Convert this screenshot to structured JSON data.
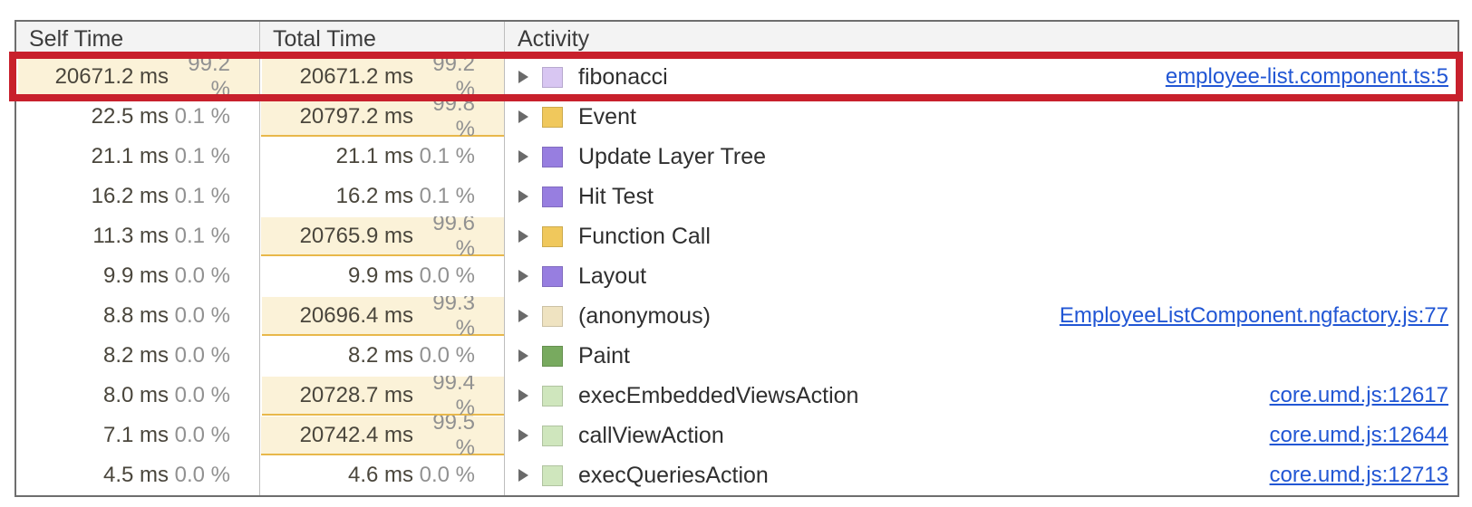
{
  "table": {
    "columns": [
      {
        "label": "Self Time"
      },
      {
        "label": "Total Time"
      },
      {
        "label": "Activity"
      }
    ],
    "rows": [
      {
        "self_time": "20671.2 ms",
        "self_pct": "99.2 %",
        "self_bar_pct": 99.2,
        "total_time": "20671.2 ms",
        "total_pct": "99.2 %",
        "total_bar_pct": 99.2,
        "activity": "fibonacci",
        "swatch_color": "#d8c6f2",
        "link": "employee-list.component.ts:5",
        "highlighted": true
      },
      {
        "self_time": "22.5 ms",
        "self_pct": "0.1 %",
        "self_bar_pct": 0.1,
        "total_time": "20797.2 ms",
        "total_pct": "99.8 %",
        "total_bar_pct": 99.8,
        "activity": "Event",
        "swatch_color": "#f0c85c",
        "link": "",
        "highlighted": false
      },
      {
        "self_time": "21.1 ms",
        "self_pct": "0.1 %",
        "self_bar_pct": 0.1,
        "total_time": "21.1 ms",
        "total_pct": "0.1 %",
        "total_bar_pct": 0.1,
        "activity": "Update Layer Tree",
        "swatch_color": "#977ee0",
        "link": "",
        "highlighted": false
      },
      {
        "self_time": "16.2 ms",
        "self_pct": "0.1 %",
        "self_bar_pct": 0.1,
        "total_time": "16.2 ms",
        "total_pct": "0.1 %",
        "total_bar_pct": 0.1,
        "activity": "Hit Test",
        "swatch_color": "#977ee0",
        "link": "",
        "highlighted": false
      },
      {
        "self_time": "11.3 ms",
        "self_pct": "0.1 %",
        "self_bar_pct": 0.1,
        "total_time": "20765.9 ms",
        "total_pct": "99.6 %",
        "total_bar_pct": 99.6,
        "activity": "Function Call",
        "swatch_color": "#f0c85c",
        "link": "",
        "highlighted": false
      },
      {
        "self_time": "9.9 ms",
        "self_pct": "0.0 %",
        "self_bar_pct": 0,
        "total_time": "9.9 ms",
        "total_pct": "0.0 %",
        "total_bar_pct": 0,
        "activity": "Layout",
        "swatch_color": "#977ee0",
        "link": "",
        "highlighted": false
      },
      {
        "self_time": "8.8 ms",
        "self_pct": "0.0 %",
        "self_bar_pct": 0,
        "total_time": "20696.4 ms",
        "total_pct": "99.3 %",
        "total_bar_pct": 99.3,
        "activity": "(anonymous)",
        "swatch_color": "#efe3c1",
        "link": "EmployeeListComponent.ngfactory.js:77",
        "highlighted": false
      },
      {
        "self_time": "8.2 ms",
        "self_pct": "0.0 %",
        "self_bar_pct": 0,
        "total_time": "8.2 ms",
        "total_pct": "0.0 %",
        "total_bar_pct": 0,
        "activity": "Paint",
        "swatch_color": "#78aa5f",
        "link": "",
        "highlighted": false
      },
      {
        "self_time": "8.0 ms",
        "self_pct": "0.0 %",
        "self_bar_pct": 0,
        "total_time": "20728.7 ms",
        "total_pct": "99.4 %",
        "total_bar_pct": 99.4,
        "activity": "execEmbeddedViewsAction",
        "swatch_color": "#cfe6bd",
        "link": "core.umd.js:12617",
        "highlighted": false
      },
      {
        "self_time": "7.1 ms",
        "self_pct": "0.0 %",
        "self_bar_pct": 0,
        "total_time": "20742.4 ms",
        "total_pct": "99.5 %",
        "total_bar_pct": 99.5,
        "activity": "callViewAction",
        "swatch_color": "#cfe6bd",
        "link": "core.umd.js:12644",
        "highlighted": false
      },
      {
        "self_time": "4.5 ms",
        "self_pct": "0.0 %",
        "self_bar_pct": 0,
        "total_time": "4.6 ms",
        "total_pct": "0.0 %",
        "total_bar_pct": 0,
        "activity": "execQueriesAction",
        "swatch_color": "#cfe6bd",
        "link": "core.umd.js:12713",
        "highlighted": false
      }
    ]
  },
  "colors": {
    "highlight_annotation": "#c8202c",
    "time_bar_background": "#fbf2d8",
    "time_bar_underline": "#e8b84a",
    "link_blue": "#2156d4",
    "header_background": "#f3f3f3"
  }
}
